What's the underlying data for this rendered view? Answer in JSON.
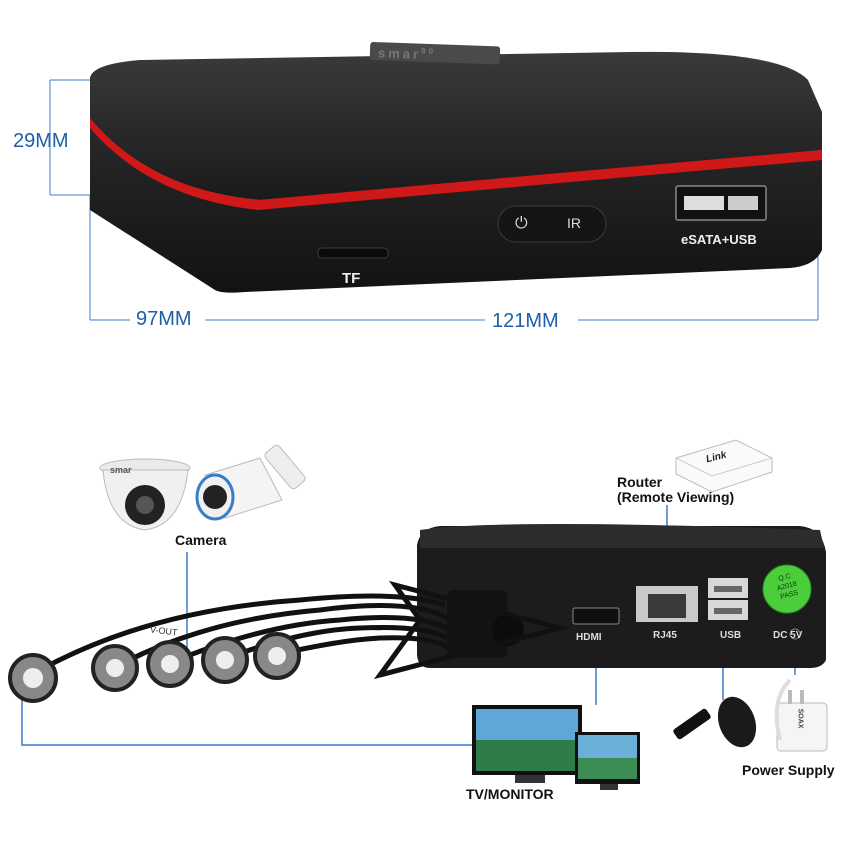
{
  "top": {
    "brand": "smar",
    "brand_sup": "90",
    "dim_height": "29MM",
    "dim_depth": "97MM",
    "dim_width": "121MM",
    "port_tf": "TF",
    "port_esata_usb": "eSATA+USB",
    "btn_ir": "IR",
    "power_icon": "power-icon"
  },
  "bottom": {
    "camera_label": "Camera",
    "camera_brand": "smar",
    "router_label_1": "Router",
    "router_label_2": "(Remote Viewing)",
    "router_brand": "Link",
    "port_hdmi": "HDMI",
    "port_rj45": "RJ45",
    "port_usb": "USB",
    "port_dc": "DC 5V",
    "qc_line1": "Q.C",
    "qc_line2": "A2018",
    "qc_line3": "PASS",
    "tv_label": "TV/MONITOR",
    "power_label": "Power Supply",
    "adapter_brand": "SOAX",
    "cable_label": "V-OUT"
  },
  "colors": {
    "dim_blue": "#1f5fa8",
    "line_blue": "#3a7cc8",
    "device_black": "#1c1c1c",
    "accent_red": "#d01818"
  }
}
